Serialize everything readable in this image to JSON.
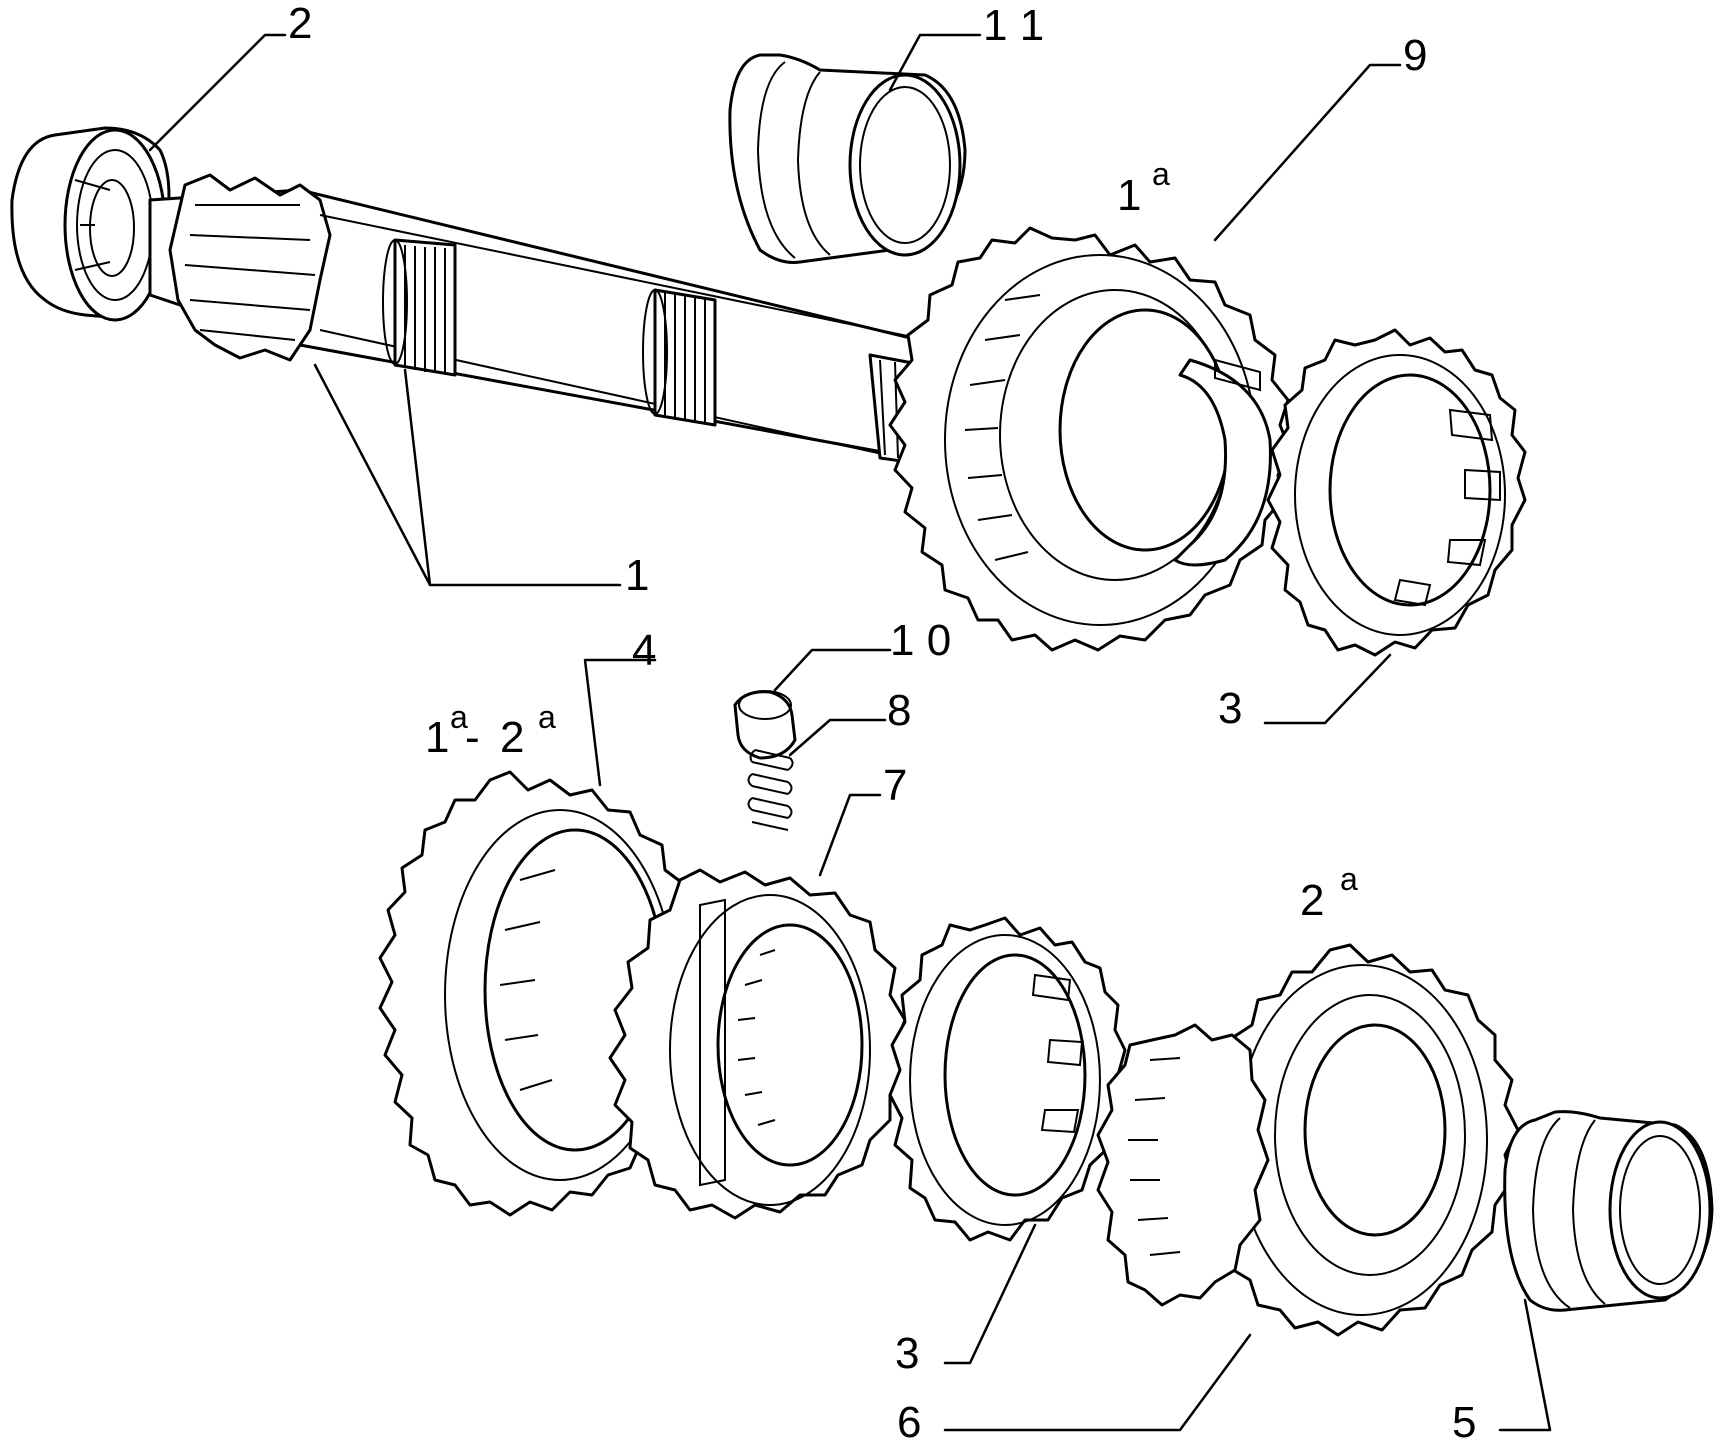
{
  "callouts": {
    "c1": "1",
    "c2": "2",
    "c3_upper": "3",
    "c3_lower": "3",
    "c4": "4",
    "c5": "5",
    "c6": "6",
    "c7": "7",
    "c8": "8",
    "c9": "9",
    "c10": "1 0",
    "c11": "1 1"
  },
  "gear_labels": {
    "first_gear_number": "1",
    "first_gear_sup": "a",
    "hub_first_number": "1",
    "hub_first_sup": "a",
    "hub_dash": "-",
    "hub_second_number": "2",
    "hub_second_sup": "a",
    "second_gear_number": "2",
    "second_gear_sup": "a"
  },
  "colors": {
    "line": "#000000",
    "background": "#ffffff"
  }
}
